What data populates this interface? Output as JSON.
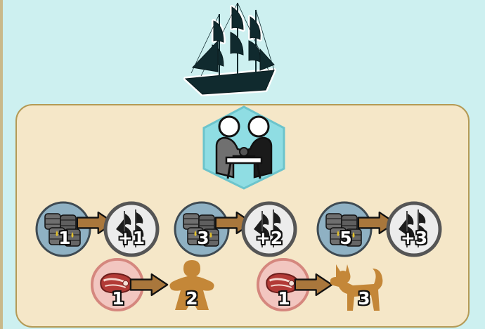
{
  "exchanges": [
    {
      "cost": "1",
      "gain": "+1",
      "cost_icon": "oil-barrels-icon",
      "gain_icon": "sails-icon"
    },
    {
      "cost": "3",
      "gain": "+2",
      "cost_icon": "oil-barrels-icon",
      "gain_icon": "sails-icon"
    },
    {
      "cost": "5",
      "gain": "+3",
      "cost_icon": "oil-barrels-icon",
      "gain_icon": "sails-icon"
    }
  ],
  "food_trades": [
    {
      "cost": "1",
      "gain": "2",
      "cost_icon": "meat-steak-icon",
      "gain_icon": "meeple-worker-icon"
    },
    {
      "cost": "1",
      "gain": "3",
      "cost_icon": "meat-steak-icon",
      "gain_icon": "dog-icon"
    }
  ],
  "colors": {
    "background": "#cdf0f0",
    "panel": "#f5e7c8",
    "panel_border": "#b49a55",
    "hex": "#8fdde3",
    "arrow": "#a9773c",
    "meeple": "#c48738",
    "meat_token": "#f2c6c0",
    "barrel_token": "#8fb1c3"
  }
}
